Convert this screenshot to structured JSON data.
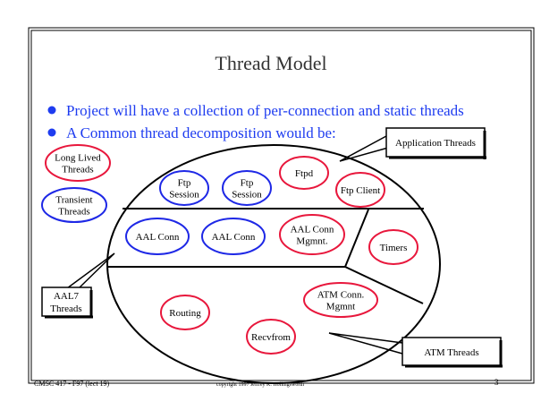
{
  "title": "Thread Model",
  "bullets": [
    "Project will have a collection of per-connection and static threads",
    "A Common thread decomposition would be:"
  ],
  "legend": {
    "long_lived": [
      "Long Lived",
      "Threads"
    ],
    "transient": [
      "Transient",
      "Threads"
    ]
  },
  "threads": {
    "ftp_session_1": [
      "Ftp",
      "Session"
    ],
    "ftp_session_2": [
      "Ftp",
      "Session"
    ],
    "ftpd": [
      "Ftpd"
    ],
    "ftp_client": [
      "Ftp Client"
    ],
    "aal_conn_1": [
      "AAL Conn"
    ],
    "aal_conn_2": [
      "AAL Conn"
    ],
    "aal_conn_mgmnt": [
      "AAL Conn",
      "Mgmnt."
    ],
    "timers": [
      "Timers"
    ],
    "atm_conn_mgmnt": [
      "ATM Conn.",
      "Mgmnt"
    ],
    "routing": [
      "Routing"
    ],
    "recvfrom": [
      "Recvfrom"
    ]
  },
  "callouts": {
    "application": "Application Threads",
    "aal7": [
      "AAL7",
      "Threads"
    ],
    "atm": "ATM Threads"
  },
  "footer": {
    "course": "CMSC 417 - F97  (lect 19)",
    "copyright": "copyright 1997 Jeffrey K. Hollingsworth",
    "page": "3"
  },
  "colors": {
    "bullet_text": "#1e3cf0",
    "long_lived": "#e8173c",
    "transient": "#1e28e6"
  }
}
